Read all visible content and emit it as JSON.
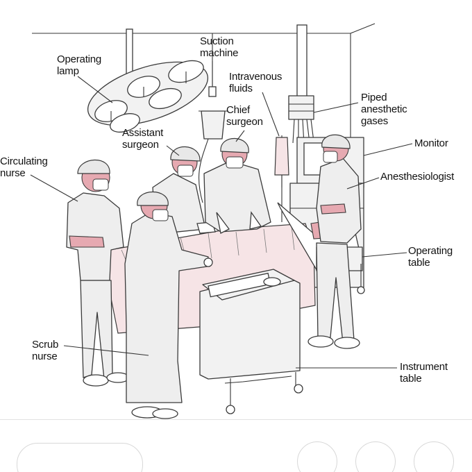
{
  "labels": {
    "operating_lamp": "Operating\nlamp",
    "suction_machine": "Suction\nmachine",
    "intravenous_fluids": "Intravenous\nfluids",
    "chief_surgeon": "Chief\nsurgeon",
    "piped_anesthetic_gases": "Piped\nanesthetic\ngases",
    "monitor": "Monitor",
    "anesthesiologist": "Anesthesiologist",
    "assistant_surgeon": "Assistant\nsurgeon",
    "circulating_nurse": "Circulating\nnurse",
    "operating_table": "Operating\ntable",
    "scrub_nurse": "Scrub\nnurse",
    "instrument_table": "Instrument\ntable"
  },
  "colors": {
    "drape": "#f6e4e6",
    "skin": "#e6a9b1",
    "line": "#333333"
  }
}
